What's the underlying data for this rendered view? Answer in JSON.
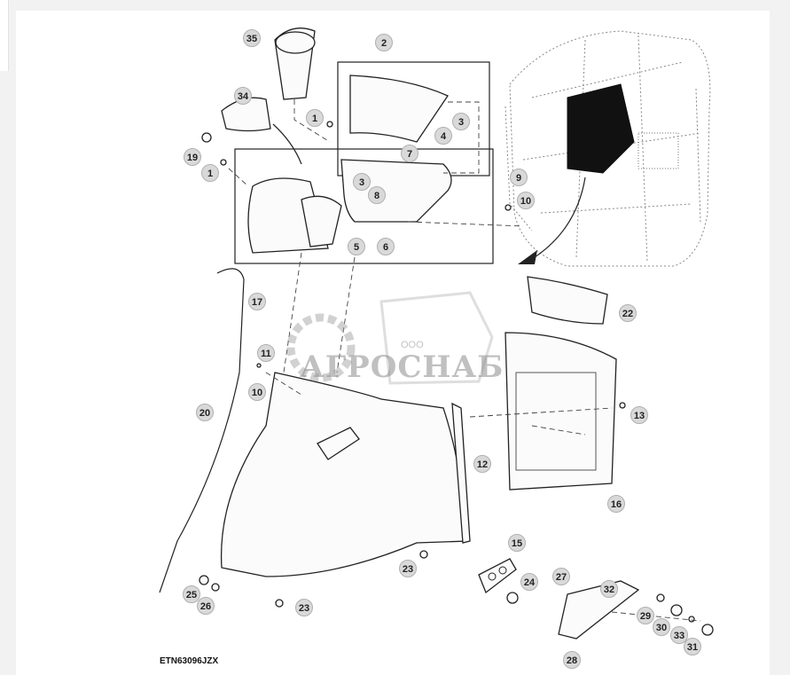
{
  "figure_id": "ETN63096JZX",
  "watermark": {
    "prefix": "ООО",
    "brand": "АГРОСНАБ"
  },
  "callouts": [
    {
      "num": "35"
    },
    {
      "num": "2"
    },
    {
      "num": "34"
    },
    {
      "num": "1"
    },
    {
      "num": "3"
    },
    {
      "num": "4"
    },
    {
      "num": "7"
    },
    {
      "num": "19"
    },
    {
      "num": "1"
    },
    {
      "num": "3"
    },
    {
      "num": "8"
    },
    {
      "num": "5"
    },
    {
      "num": "6"
    },
    {
      "num": "9"
    },
    {
      "num": "10"
    },
    {
      "num": "22"
    },
    {
      "num": "17"
    },
    {
      "num": "11"
    },
    {
      "num": "10"
    },
    {
      "num": "20"
    },
    {
      "num": "13"
    },
    {
      "num": "12"
    },
    {
      "num": "16"
    },
    {
      "num": "15"
    },
    {
      "num": "23"
    },
    {
      "num": "24"
    },
    {
      "num": "27"
    },
    {
      "num": "32"
    },
    {
      "num": "25"
    },
    {
      "num": "26"
    },
    {
      "num": "23"
    },
    {
      "num": "29"
    },
    {
      "num": "30"
    },
    {
      "num": "33"
    },
    {
      "num": "31"
    },
    {
      "num": "28"
    }
  ]
}
